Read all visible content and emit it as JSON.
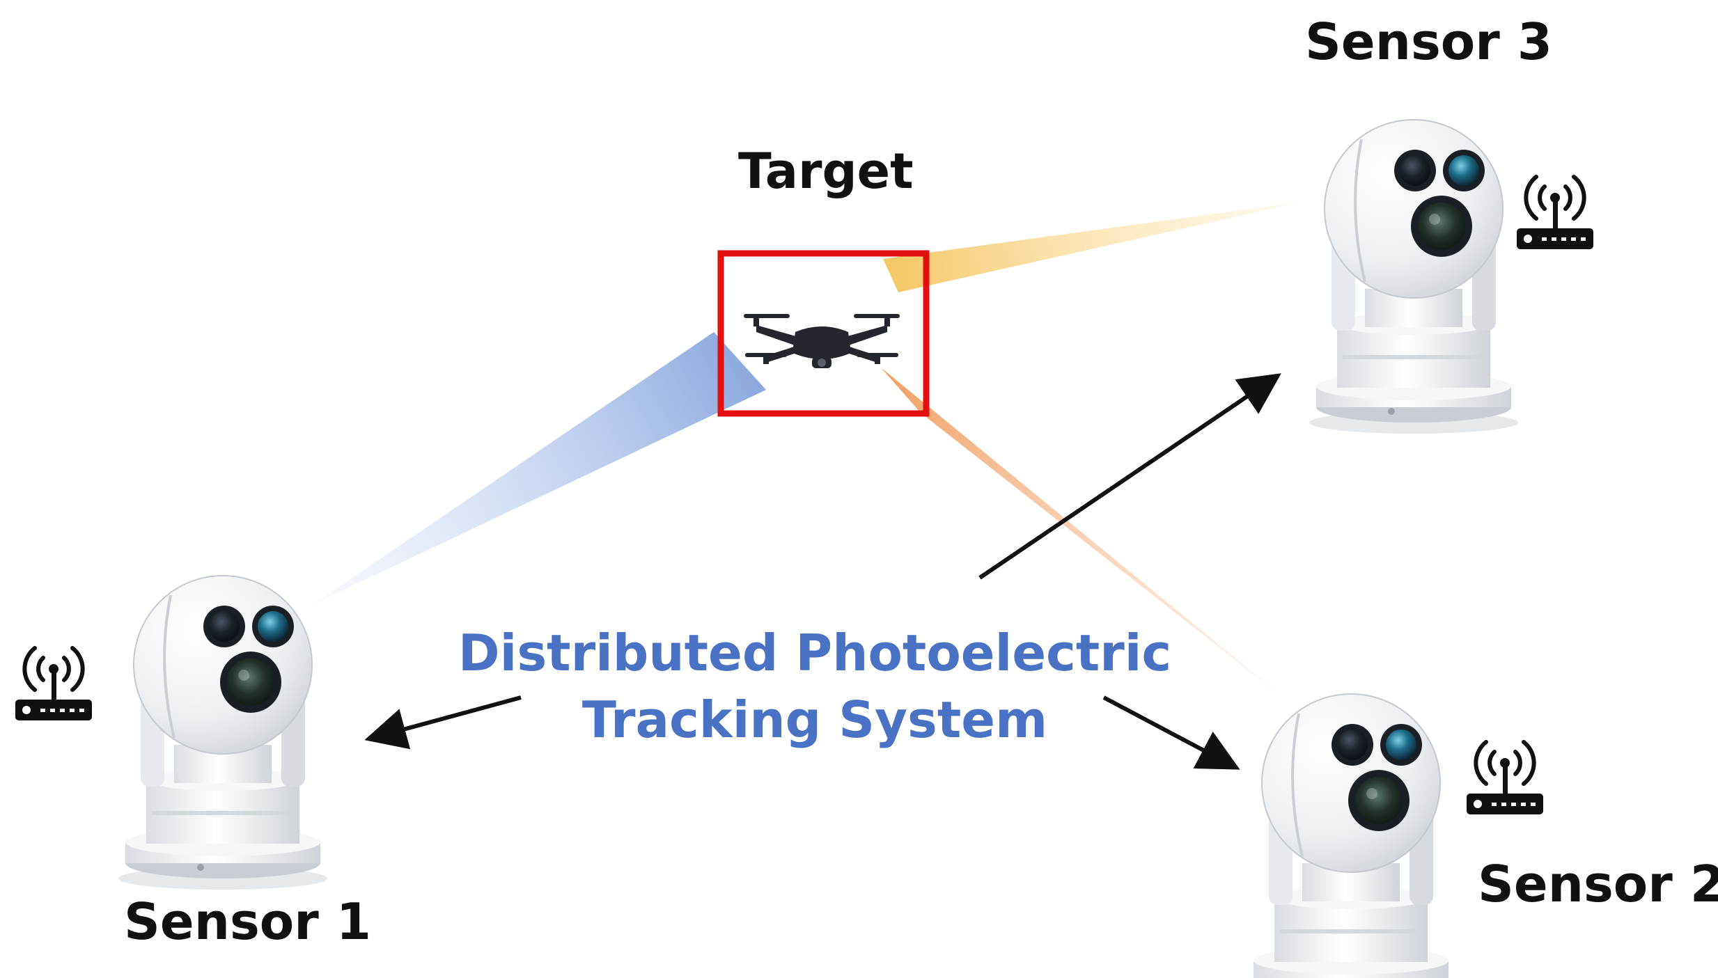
{
  "labels": {
    "target": "Target",
    "sensor1": "Sensor 1",
    "sensor2": "Sensor 2",
    "sensor3": "Sensor 3"
  },
  "system_title": {
    "line1": "Distributed Photoelectric",
    "line2": "Tracking System"
  },
  "colors": {
    "title_blue": "#4a72c4",
    "target_box": "#e41010",
    "beam_sensor1": "#7f9fda",
    "beam_sensor2": "#f09a5a",
    "beam_sensor3": "#f4c45a",
    "drone": "#23262d",
    "camera_body": "#eceff2",
    "router": "#101010"
  },
  "icons": [
    "drone-icon",
    "ptz-camera-icon",
    "wireless-router-icon",
    "arrow-icon"
  ]
}
